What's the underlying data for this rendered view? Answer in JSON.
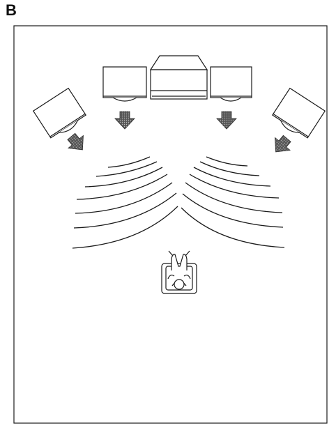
{
  "panel": {
    "letter": "B"
  },
  "diagram": {
    "room": "listening-room-outline",
    "speakers": [
      "left-surround-speaker",
      "left-front-speaker",
      "center-speaker",
      "right-front-speaker",
      "right-surround-speaker"
    ],
    "listener": "seated-listener",
    "colors": {
      "line": "#1a1a1a",
      "arrow": "#3a3a3a",
      "background": "#ffffff"
    }
  }
}
